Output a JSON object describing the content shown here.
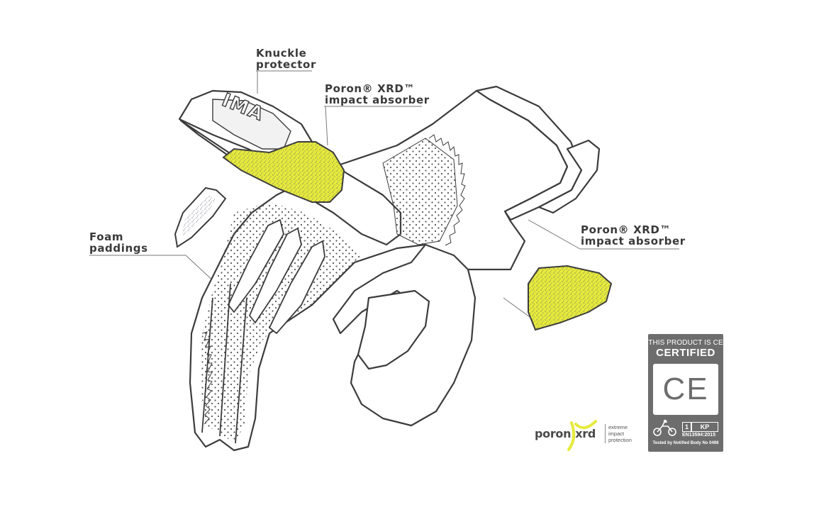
{
  "callouts": {
    "knuckle": {
      "line1": "Knuckle",
      "line2": "protector"
    },
    "poron_top": {
      "line1": "Poron® XRD™",
      "line2": "impact absorber"
    },
    "poron_right": {
      "line1": "Poron® XRD™",
      "line2": "impact absorber"
    },
    "foam": {
      "line1": "Foam",
      "line2": "paddings"
    }
  },
  "knuckle_logo_text": "IMA",
  "poron_logo": {
    "word_a": "poron",
    "word_b": "xrd",
    "tagline": [
      "extreme",
      "impact",
      "protection"
    ]
  },
  "ce_badge": {
    "top_line": "THIS PRODUCT IS CE",
    "certified": "CERTIFIED",
    "mark": "CE",
    "level": "1",
    "category": "KP",
    "standard": "EN13594:2015",
    "tested_by": "Tested by Notified Body No 0498"
  },
  "colors": {
    "outline": "#3c3c3c",
    "padding_yellow": "#e6ea3c",
    "badge_grey": "#6d6d6d",
    "text": "#3a3a3a"
  }
}
